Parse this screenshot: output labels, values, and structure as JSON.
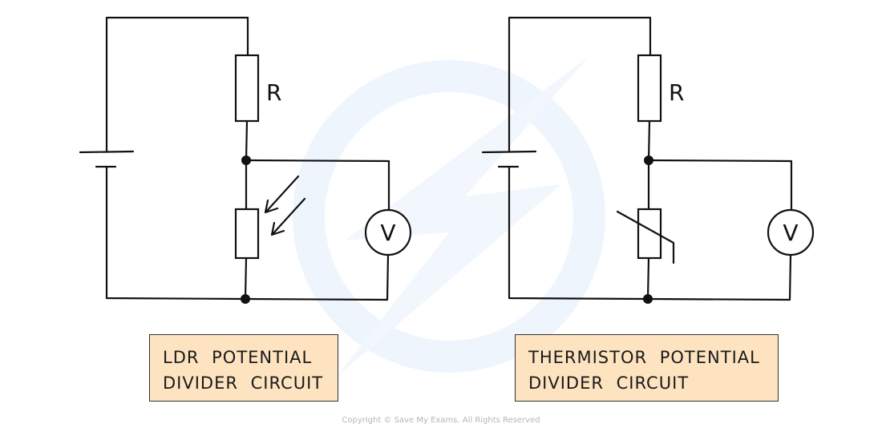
{
  "circuits": [
    {
      "id": "ldr",
      "resistor_label": "R",
      "voltmeter_label": "V",
      "caption_lines": [
        "LDR POTENTIAL",
        "DIVIDER CIRCUIT"
      ],
      "variable_component": "LDR"
    },
    {
      "id": "thermistor",
      "resistor_label": "R",
      "voltmeter_label": "V",
      "caption_lines": [
        "THERMISTOR POTENTIAL",
        "DIVIDER CIRCUIT"
      ],
      "variable_component": "thermistor"
    }
  ],
  "colors": {
    "caption_background": "#fde3c0",
    "line": "#111111",
    "watermark": "#eef5fc"
  },
  "copyright": "Copyright © Save My Exams. All Rights Reserved"
}
